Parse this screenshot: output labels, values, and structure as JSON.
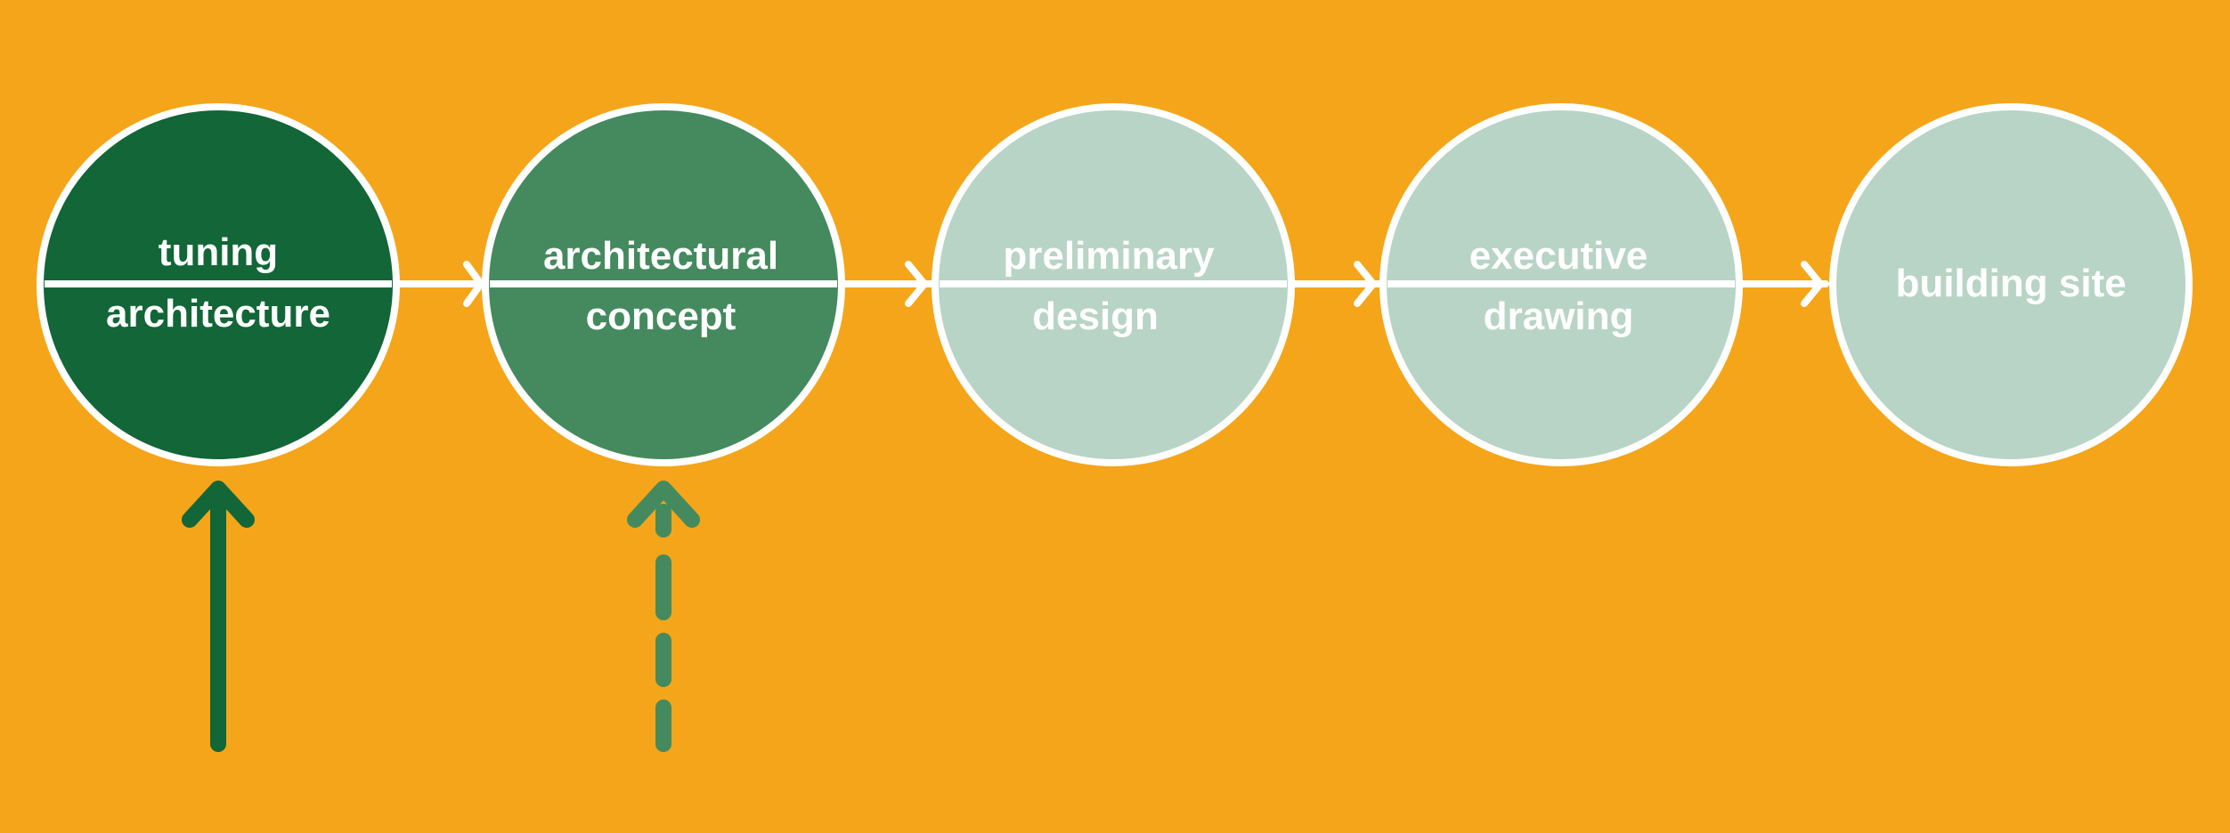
{
  "colors": {
    "background": "#F5A519",
    "outline": "#FFFFFF",
    "active": "#126637",
    "current": "#448A5E",
    "pending": "#B8D4C6"
  },
  "steps": [
    {
      "line1": "tuning",
      "line2": "architecture",
      "state": "active"
    },
    {
      "line1": "architectural",
      "line2": "concept",
      "state": "current"
    },
    {
      "line1": "preliminary",
      "line2": "design",
      "state": "pending"
    },
    {
      "line1": "executive",
      "line2": "drawing",
      "state": "pending"
    },
    {
      "line1": "building site",
      "line2": "",
      "state": "pending"
    }
  ],
  "pointers": [
    {
      "target_step": 1,
      "style": "solid",
      "color_ref": "active"
    },
    {
      "target_step": 2,
      "style": "dashed",
      "color_ref": "current"
    }
  ]
}
